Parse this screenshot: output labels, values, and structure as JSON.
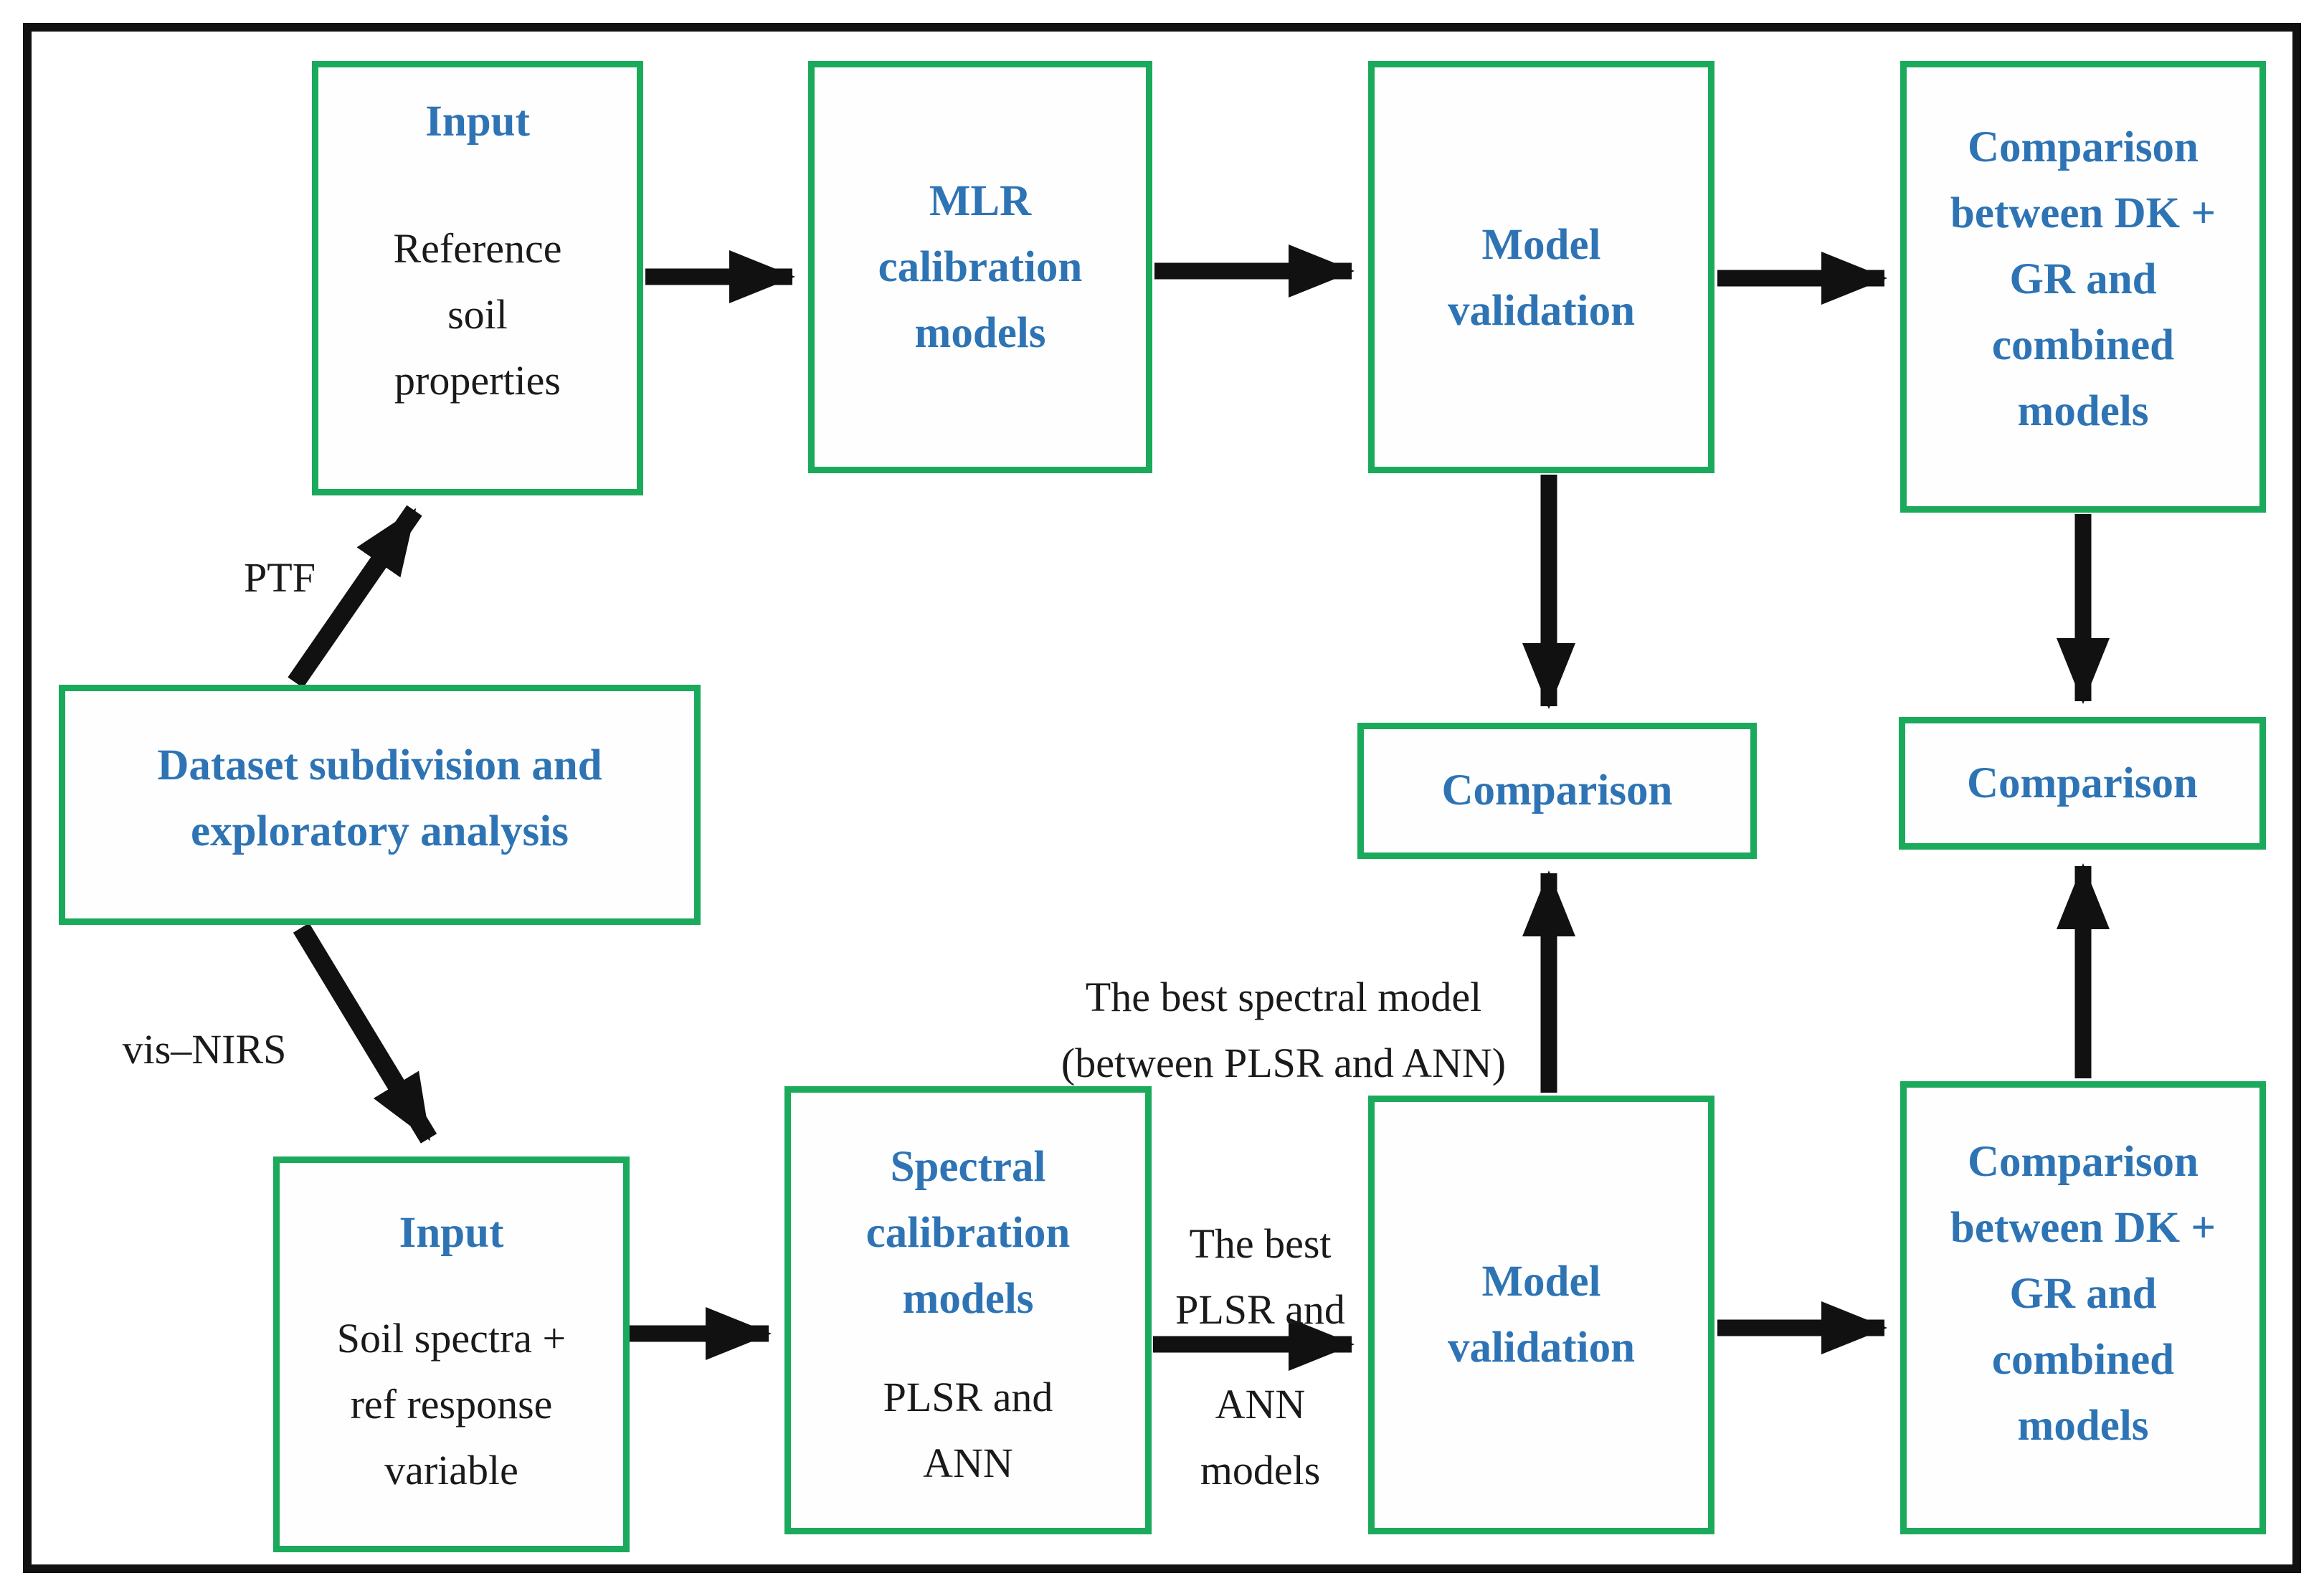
{
  "diagram": {
    "boxes": {
      "input_top": {
        "title": "Input",
        "lines": [
          "Reference",
          "soil",
          "properties"
        ]
      },
      "mlr": {
        "lines": [
          "MLR",
          "calibration",
          "models"
        ]
      },
      "model_validation_top": {
        "lines": [
          "Model",
          "validation"
        ]
      },
      "comparison_dkgr_top": {
        "lines": [
          "Comparison",
          "between DK +",
          "GR and",
          "combined",
          "models"
        ]
      },
      "dataset": {
        "lines": [
          "Dataset subdivision and",
          "exploratory analysis"
        ]
      },
      "comparison_mid": {
        "label": "Comparison"
      },
      "comparison_right": {
        "label": "Comparison"
      },
      "input_bottom": {
        "title": "Input",
        "lines": [
          "Soil spectra +",
          "ref response",
          "variable"
        ]
      },
      "spectral": {
        "lines_blue": [
          "Spectral",
          "calibration",
          "models"
        ],
        "lines_black": [
          "PLSR and",
          "ANN"
        ]
      },
      "model_validation_bottom": {
        "lines": [
          "Model",
          "validation"
        ]
      },
      "comparison_dkgr_bottom": {
        "lines": [
          "Comparison",
          "between DK +",
          "GR and",
          "combined",
          "models"
        ]
      }
    },
    "labels": {
      "ptf": "PTF",
      "vis_nirs": "vis–NIRS",
      "best_spectral_line1": "The best spectral model",
      "best_spectral_line2": "(between PLSR and ANN)",
      "best_plsr": [
        "The best",
        "PLSR and",
        "ANN",
        "models"
      ]
    },
    "colors": {
      "box_border": "#1BAA5C",
      "heading_text": "#2E74B5",
      "body_text": "#1a1a1a",
      "arrow": "#111111",
      "background": "#ffffff"
    }
  }
}
